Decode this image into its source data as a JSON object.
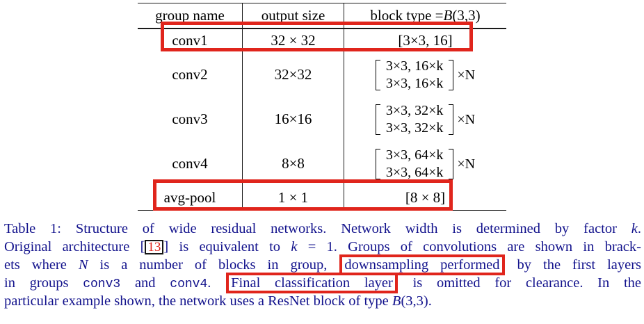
{
  "table": {
    "header": {
      "col1": "group name",
      "col2": "output size",
      "col3_segments": [
        {
          "t": "block type = "
        },
        {
          "t": "B",
          "s": "i"
        },
        {
          "t": "(3,3)"
        }
      ]
    },
    "rows": [
      {
        "group": "conv1",
        "size": "32 × 32",
        "block_text": "[3×3, 16]",
        "matrix": null,
        "highlighted": true
      },
      {
        "group": "conv2",
        "size": "32×32",
        "block_text": null,
        "matrix": {
          "lines": [
            "3×3, 16×k",
            "3×3, 16×k"
          ],
          "multiplier": "×N"
        },
        "highlighted": false
      },
      {
        "group": "conv3",
        "size": "16×16",
        "block_text": null,
        "matrix": {
          "lines": [
            "3×3, 32×k",
            "3×3, 32×k"
          ],
          "multiplier": "×N"
        },
        "highlighted": false
      },
      {
        "group": "conv4",
        "size": "8×8",
        "block_text": null,
        "matrix": {
          "lines": [
            "3×3, 64×k",
            "3×3, 64×k"
          ],
          "multiplier": "×N"
        },
        "highlighted": false
      },
      {
        "group": "avg-pool",
        "size": "1 × 1",
        "block_text": "[8 × 8]",
        "matrix": null,
        "highlighted": true
      }
    ]
  },
  "caption": {
    "lines": [
      [
        {
          "t": "Table 1:  Structure of wide residual networks.  Network width is determined by factor "
        },
        {
          "t": "k",
          "s": "i"
        },
        {
          "t": "."
        }
      ],
      [
        {
          "t": "Original architecture ["
        },
        {
          "t": "13",
          "s": "cite"
        },
        {
          "t": "] is equivalent to "
        },
        {
          "t": "k",
          "s": "i"
        },
        {
          "t": " = 1. Groups of convolutions are shown in brack-"
        }
      ],
      [
        {
          "t": "ets where "
        },
        {
          "t": "N",
          "s": "i"
        },
        {
          "t": " is a number of blocks in group, "
        },
        {
          "t": "downsampling performed",
          "s": "redbox"
        },
        {
          "t": " by the first layers"
        }
      ],
      [
        {
          "t": "in groups "
        },
        {
          "t": "conv3",
          "s": "mono"
        },
        {
          "t": " and "
        },
        {
          "t": "conv4",
          "s": "mono"
        },
        {
          "t": ". "
        },
        {
          "t": "Final classification layer",
          "s": "redbox"
        },
        {
          "t": " is omitted for clearance.  In the"
        }
      ],
      [
        {
          "t": "particular example shown, the network uses a ResNet block of type "
        },
        {
          "t": "B",
          "s": "i"
        },
        {
          "t": "(3,3)."
        }
      ]
    ]
  },
  "colors": {
    "accent_red": "#e0251c",
    "caption_text": "#12128c",
    "table_text": "#000000"
  }
}
